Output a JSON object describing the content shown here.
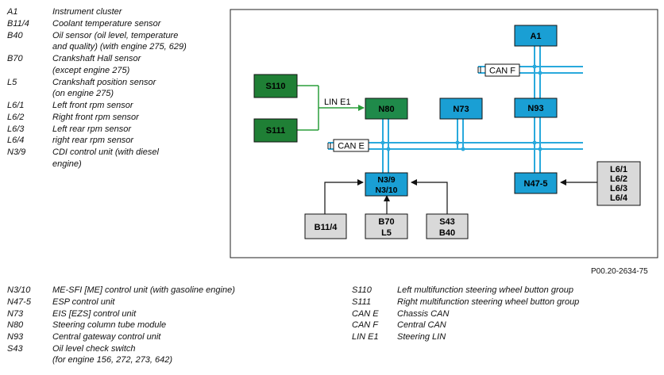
{
  "legend_top": [
    {
      "code": "A1",
      "desc": [
        "Instrument cluster"
      ]
    },
    {
      "code": "B11/4",
      "desc": [
        "Coolant temperature sensor"
      ]
    },
    {
      "code": "B40",
      "desc": [
        "Oil sensor (oil level, temperature",
        "and quality) (with engine 275, 629)"
      ]
    },
    {
      "code": "B70",
      "desc": [
        "Crankshaft Hall sensor",
        "(except engine 275)"
      ]
    },
    {
      "code": "L5",
      "desc": [
        "Crankshaft position sensor",
        "(on engine 275)"
      ]
    },
    {
      "code": "L6/1",
      "desc": [
        "Left front rpm sensor"
      ]
    },
    {
      "code": "L6/2",
      "desc": [
        "Right front rpm sensor"
      ]
    },
    {
      "code": "L6/3",
      "desc": [
        "Left rear rpm sensor"
      ]
    },
    {
      "code": "L6/4",
      "desc": [
        "right rear rpm sensor"
      ]
    },
    {
      "code": "N3/9",
      "desc": [
        "CDI control unit (with diesel",
        "engine)"
      ]
    }
  ],
  "legend_bottom_left": [
    {
      "code": "N3/10",
      "desc": [
        "ME-SFI [ME] control unit (with gasoline engine)"
      ]
    },
    {
      "code": "N47-5",
      "desc": [
        "ESP control unit"
      ]
    },
    {
      "code": "N73",
      "desc": [
        "EIS [EZS] control unit"
      ]
    },
    {
      "code": "N80",
      "desc": [
        "Steering column tube module"
      ]
    },
    {
      "code": "N93",
      "desc": [
        "Central gateway control unit"
      ]
    },
    {
      "code": "S43",
      "desc": [
        "Oil level check switch",
        "(for engine 156, 272, 273, 642)"
      ]
    }
  ],
  "legend_bottom_right": [
    {
      "code": "S110",
      "desc": [
        "Left multifunction steering wheel button group"
      ]
    },
    {
      "code": "S111",
      "desc": [
        "Right multifunction steering wheel button group"
      ]
    },
    {
      "code": "CAN E",
      "desc": [
        "Chassis CAN"
      ]
    },
    {
      "code": "CAN F",
      "desc": [
        "Central CAN"
      ]
    },
    {
      "code": "LIN E1",
      "desc": [
        "Steering LIN"
      ]
    }
  ],
  "diagram": {
    "units": {
      "a1": "A1",
      "n80": "N80",
      "n73": "N73",
      "n93": "N93",
      "n3_9": "N3/9",
      "n3_10": "N3/10",
      "n47_5": "N47-5",
      "s110": "S110",
      "s111": "S111",
      "b11_4": "B11/4",
      "b70": "B70",
      "l5": "L5",
      "s43": "S43",
      "b40": "B40",
      "l6_1": "L6/1",
      "l6_2": "L6/2",
      "l6_3": "L6/3",
      "l6_4": "L6/4"
    },
    "bus_labels": {
      "can_e": "CAN E",
      "can_f": "CAN F",
      "lin_e1": "LIN E1"
    }
  },
  "figure_ref": "P00.20-2634-75",
  "colors": {
    "ecu_blue": "#1a9fd4",
    "can_line": "#29a9dc",
    "lin_green": "#2a9d3a",
    "steering_green": "#1f7f35",
    "sensor_gray": "#d9d9d9"
  }
}
